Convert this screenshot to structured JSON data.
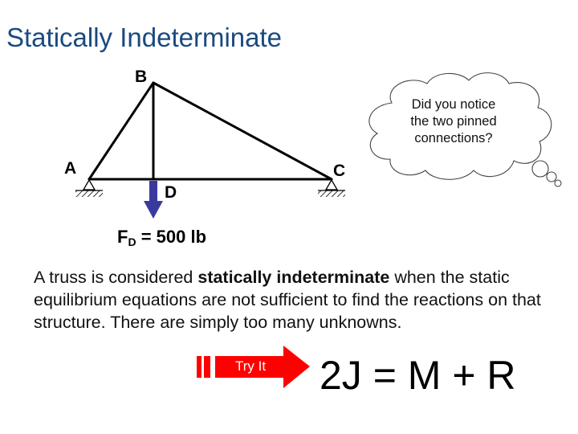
{
  "slide": {
    "title": "Statically Indeterminate"
  },
  "diagram": {
    "nodes": [
      {
        "id": "A",
        "label": "A"
      },
      {
        "id": "B",
        "label": "B"
      },
      {
        "id": "C",
        "label": "C"
      },
      {
        "id": "D",
        "label": "D"
      }
    ],
    "members": [
      [
        "A",
        "B"
      ],
      [
        "B",
        "C"
      ],
      [
        "A",
        "D"
      ],
      [
        "D",
        "C"
      ],
      [
        "B",
        "D"
      ]
    ],
    "supports": [
      {
        "node": "A",
        "type": "pinned"
      },
      {
        "node": "C",
        "type": "pinned"
      }
    ],
    "load": {
      "node": "D",
      "direction": "down",
      "label_main": "F",
      "label_sub": "D",
      "label_value": " = 500 lb",
      "color": "#3a3a9e"
    }
  },
  "callout": {
    "shape": "thought-cloud",
    "text_line1": "Did you notice",
    "text_line2": "the two pinned",
    "text_line3": "connections?"
  },
  "body": {
    "text_pre": "A truss is considered ",
    "text_bold": "statically indeterminate",
    "text_post": " when the static equilibrium equations are not sufficient to find the reactions on that structure. There are simply too many unknowns."
  },
  "try_it": {
    "label": "Try It",
    "color": "#ff0000"
  },
  "equation": {
    "text": "2J = M + R"
  },
  "colors": {
    "title": "#1a4a80",
    "load_arrow": "#3a3a9e",
    "try_arrow": "#ff0000"
  }
}
